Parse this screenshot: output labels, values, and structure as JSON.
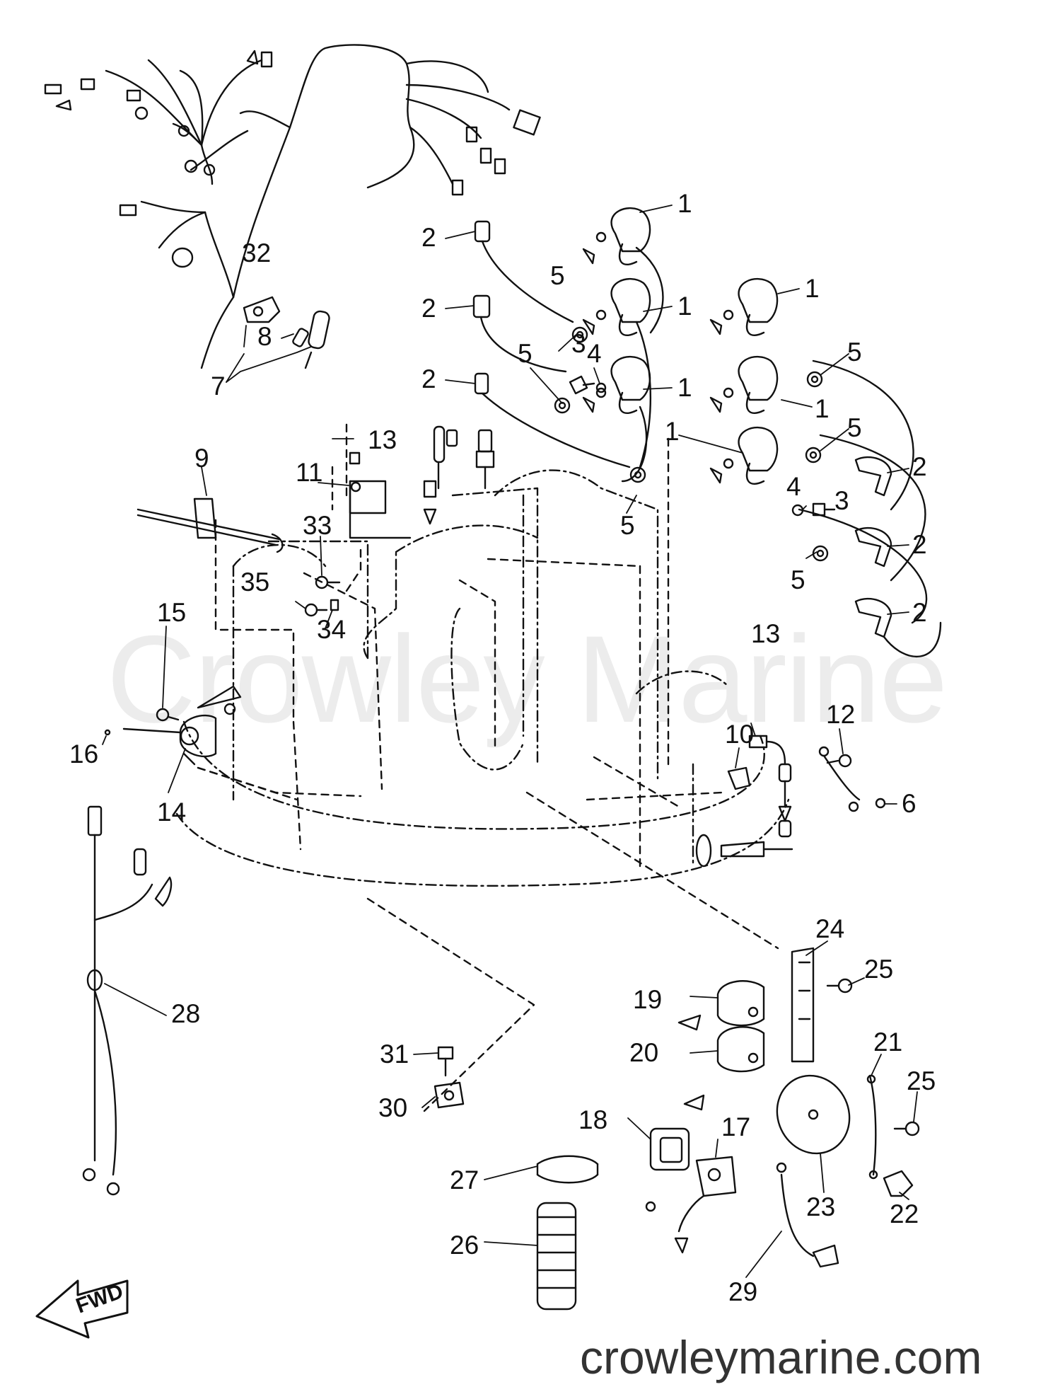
{
  "watermark": "Crowley Marine",
  "footer_url": "crowleymarine.com",
  "fwd_label": "FWD",
  "callouts": [
    {
      "id": "1",
      "ref": "1"
    },
    {
      "id": "1b",
      "ref": "1"
    },
    {
      "id": "1c",
      "ref": "1"
    },
    {
      "id": "1d",
      "ref": "1"
    },
    {
      "id": "1e",
      "ref": "1"
    },
    {
      "id": "1f",
      "ref": "1"
    },
    {
      "id": "2",
      "ref": "2"
    },
    {
      "id": "2b",
      "ref": "2"
    },
    {
      "id": "2c",
      "ref": "2"
    },
    {
      "id": "2d",
      "ref": "2"
    },
    {
      "id": "2e",
      "ref": "2"
    },
    {
      "id": "2f",
      "ref": "2"
    },
    {
      "id": "3",
      "ref": "3"
    },
    {
      "id": "3b",
      "ref": "3"
    },
    {
      "id": "4",
      "ref": "4"
    },
    {
      "id": "4b",
      "ref": "4"
    },
    {
      "id": "5",
      "ref": "5"
    },
    {
      "id": "5b",
      "ref": "5"
    },
    {
      "id": "5c",
      "ref": "5"
    },
    {
      "id": "5d",
      "ref": "5"
    },
    {
      "id": "5e",
      "ref": "5"
    },
    {
      "id": "5f",
      "ref": "5"
    },
    {
      "id": "6",
      "ref": "6"
    },
    {
      "id": "7",
      "ref": "7"
    },
    {
      "id": "8",
      "ref": "8"
    },
    {
      "id": "9",
      "ref": "9"
    },
    {
      "id": "10",
      "ref": "10"
    },
    {
      "id": "11",
      "ref": "11"
    },
    {
      "id": "12",
      "ref": "12"
    },
    {
      "id": "13",
      "ref": "13"
    },
    {
      "id": "13b",
      "ref": "13"
    },
    {
      "id": "14",
      "ref": "14"
    },
    {
      "id": "15",
      "ref": "15"
    },
    {
      "id": "16",
      "ref": "16"
    },
    {
      "id": "17",
      "ref": "17"
    },
    {
      "id": "18",
      "ref": "18"
    },
    {
      "id": "19",
      "ref": "19"
    },
    {
      "id": "20",
      "ref": "20"
    },
    {
      "id": "21",
      "ref": "21"
    },
    {
      "id": "22",
      "ref": "22"
    },
    {
      "id": "23",
      "ref": "23"
    },
    {
      "id": "24",
      "ref": "24"
    },
    {
      "id": "25",
      "ref": "25"
    },
    {
      "id": "25b",
      "ref": "25"
    },
    {
      "id": "26",
      "ref": "26"
    },
    {
      "id": "27",
      "ref": "27"
    },
    {
      "id": "28",
      "ref": "28"
    },
    {
      "id": "29",
      "ref": "29"
    },
    {
      "id": "30",
      "ref": "30"
    },
    {
      "id": "31",
      "ref": "31"
    },
    {
      "id": "32",
      "ref": "32"
    },
    {
      "id": "33",
      "ref": "33"
    },
    {
      "id": "34",
      "ref": "34"
    },
    {
      "id": "35",
      "ref": "35"
    }
  ]
}
